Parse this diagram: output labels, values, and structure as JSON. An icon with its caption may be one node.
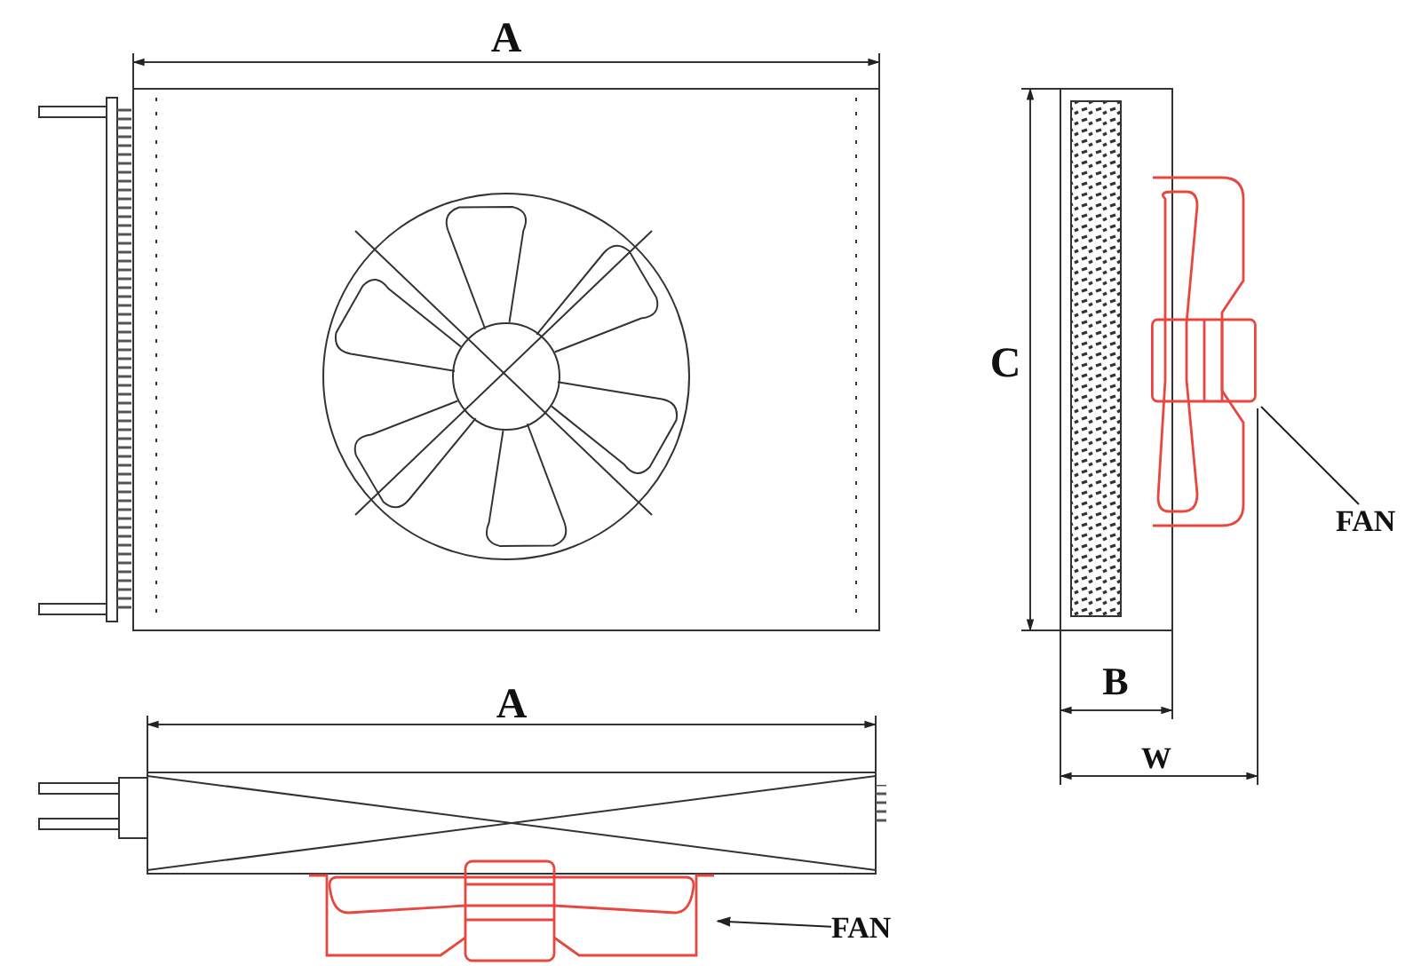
{
  "diagram": {
    "nodes": [
      {
        "text": [],
        "shape": "picture"
      },
      {
        "text": [
          "FAN"
        ]
      },
      {
        "text": [],
        "shape": "picture"
      },
      {
        "text": [
          "FAN"
        ]
      }
    ],
    "edges": [
      {
        "from": 1,
        "to": 0,
        "arrow": "none"
      },
      {
        "from": 3,
        "to": 2,
        "arrow": "to"
      }
    ],
    "labels": [
      "A",
      "C",
      "B",
      "W",
      "A"
    ]
  }
}
